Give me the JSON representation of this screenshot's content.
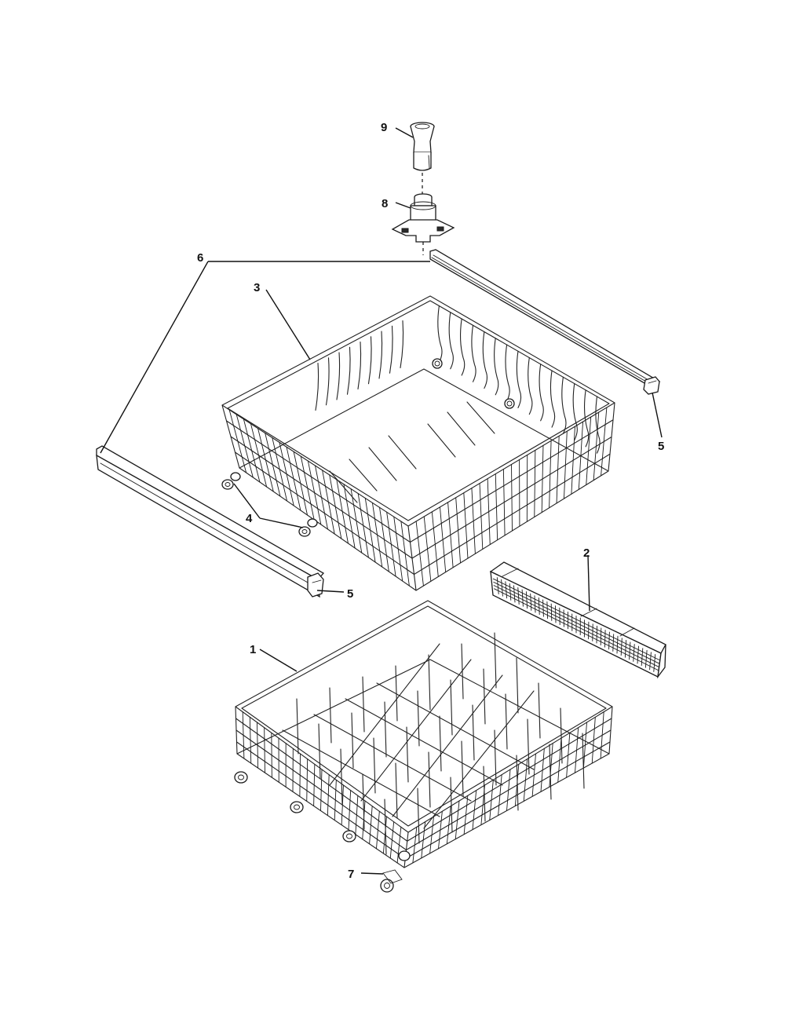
{
  "diagram": {
    "callouts": {
      "lower_rack": "1",
      "silverware_basket": "2",
      "upper_rack": "3",
      "rack_wheels": "4",
      "rail_stop_right": "5",
      "rail_stop_left": "5",
      "rack_rails": "6",
      "lower_rack_wheel": "7",
      "spray_manifold": "8",
      "spray_nozzle": "9"
    },
    "colors": {
      "line": "#1a1a1a",
      "background": "#ffffff"
    }
  }
}
